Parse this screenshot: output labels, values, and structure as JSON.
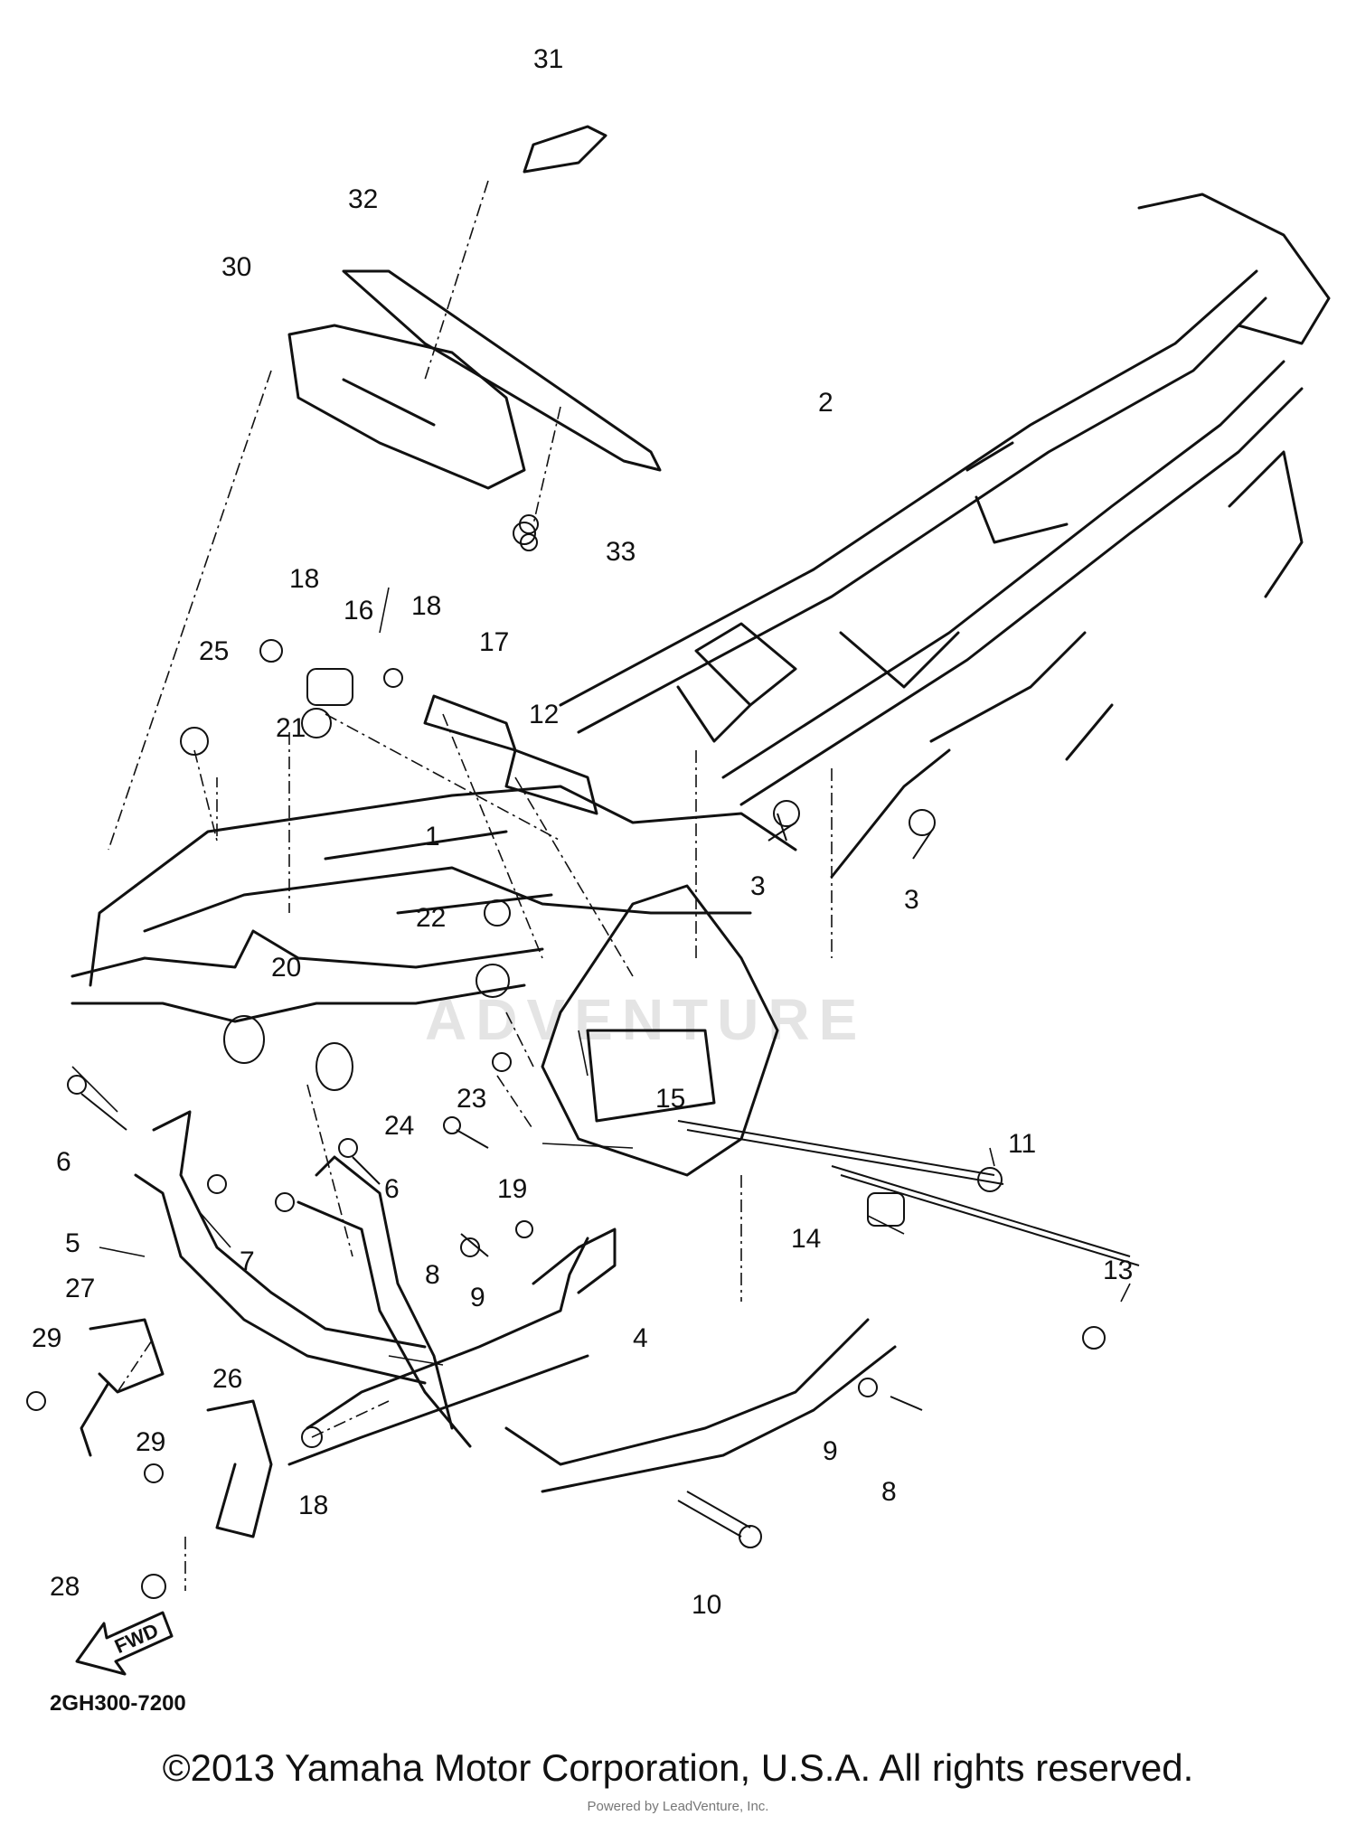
{
  "diagram": {
    "code": "2GH300-7200",
    "fwd_label": "FWD",
    "watermark": "ADVENTURE",
    "copyright": "©2013 Yamaha Motor Corporation, U.S.A. All rights reserved.",
    "provider": "Powered by LeadVenture, Inc.",
    "callouts": [
      "31",
      "32",
      "30",
      "2",
      "33",
      "18",
      "16",
      "18",
      "17",
      "12",
      "25",
      "21",
      "1",
      "3",
      "3",
      "22",
      "20",
      "23",
      "15",
      "24",
      "6",
      "6",
      "19",
      "11",
      "7",
      "5",
      "8",
      "14",
      "13",
      "9",
      "27",
      "29",
      "26",
      "4",
      "9",
      "29",
      "18",
      "8",
      "10",
      "28"
    ]
  }
}
